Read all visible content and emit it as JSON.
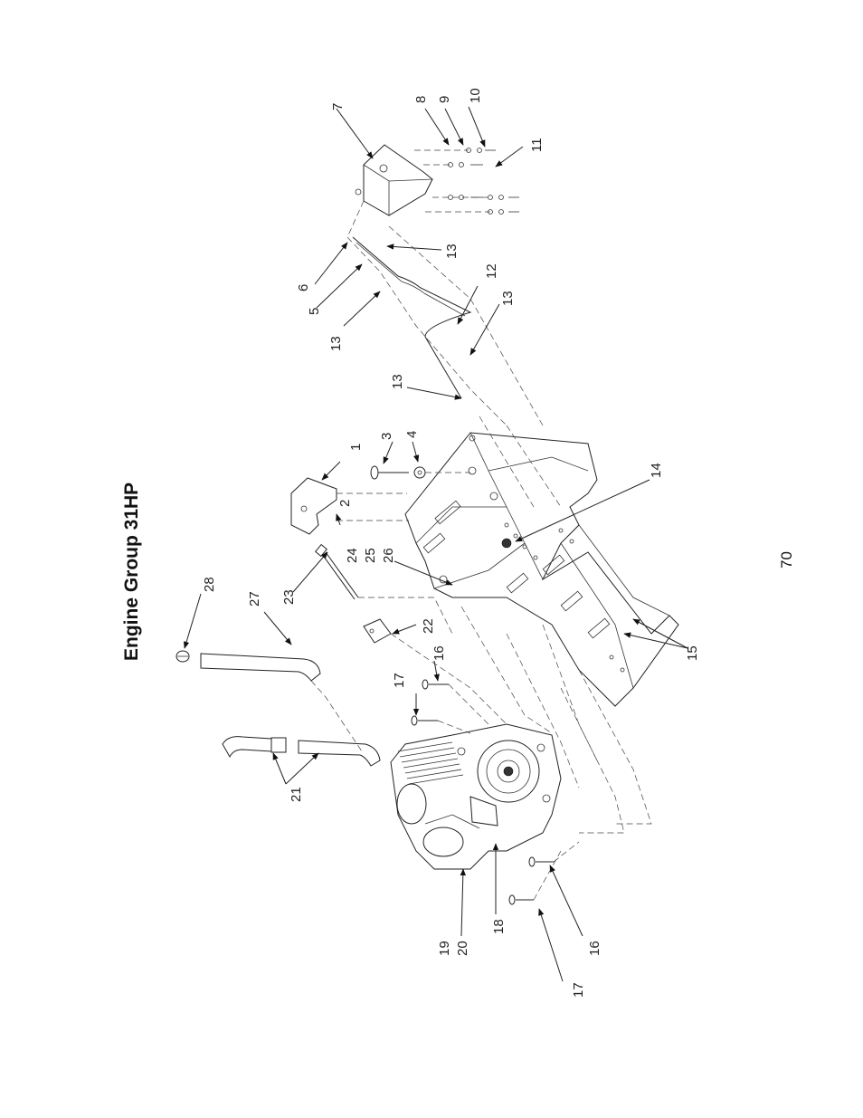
{
  "title": "Engine Group 31HP",
  "page_number": "70",
  "callouts": [
    "1",
    "2",
    "3",
    "4",
    "5",
    "6",
    "7",
    "8",
    "9",
    "10",
    "11",
    "12",
    "13",
    "13",
    "13",
    "13",
    "14",
    "15",
    "16",
    "16",
    "17",
    "17",
    "18",
    "19",
    "20",
    "21",
    "22",
    "23",
    "24",
    "25",
    "26",
    "27",
    "28"
  ]
}
